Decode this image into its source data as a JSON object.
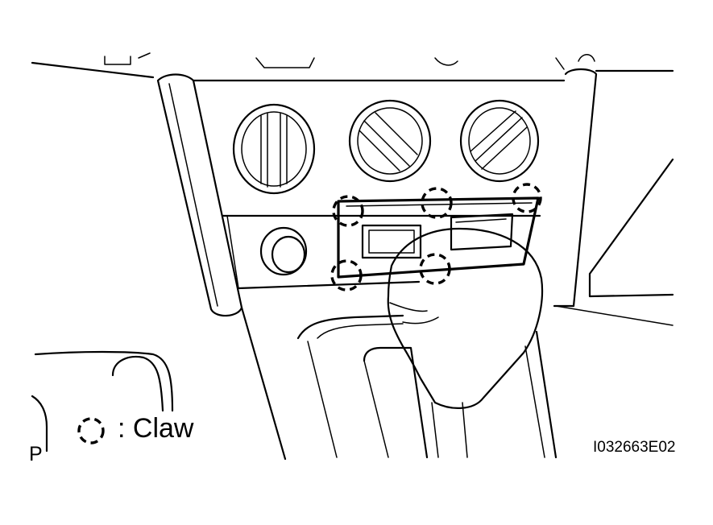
{
  "legend": {
    "symbol": "dashed-circle-icon",
    "text": ": Claw"
  },
  "corner_letter": "P",
  "figure_code": "I032663E02"
}
